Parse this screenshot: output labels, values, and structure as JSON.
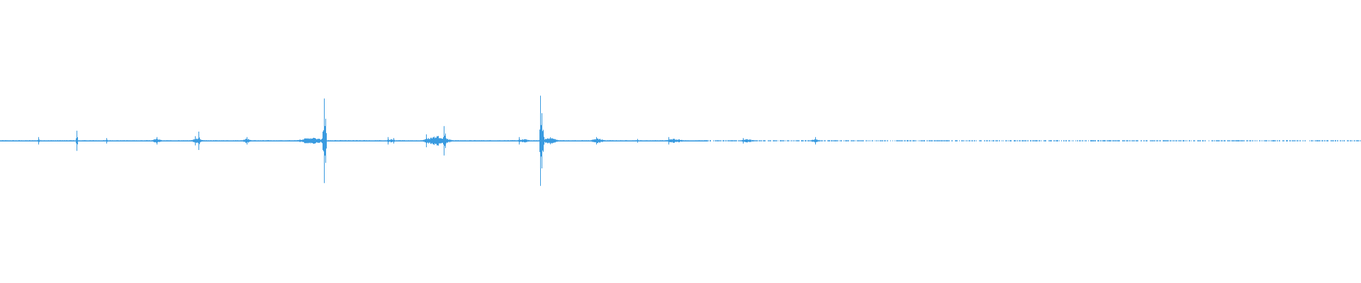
{
  "waveform": {
    "color": "#3a9be0",
    "background": "#ffffff",
    "amplitude_range": [
      -1,
      1
    ],
    "baseline_amplitude": 0.006,
    "duration_fraction_axis": [
      0,
      1
    ],
    "transients": [
      {
        "t": 0.028,
        "amp": 0.04
      },
      {
        "t": 0.056,
        "amp": 0.11
      },
      {
        "t": 0.078,
        "amp": 0.03
      },
      {
        "t": 0.115,
        "amp": 0.04
      },
      {
        "t": 0.143,
        "amp": 0.05
      },
      {
        "t": 0.146,
        "amp": 0.1
      },
      {
        "t": 0.181,
        "amp": 0.04
      },
      {
        "t": 0.237,
        "amp": 0.1
      },
      {
        "t": 0.238,
        "amp": 0.46
      },
      {
        "t": 0.239,
        "amp": 0.24
      },
      {
        "t": 0.285,
        "amp": 0.04
      },
      {
        "t": 0.289,
        "amp": 0.03
      },
      {
        "t": 0.313,
        "amp": 0.07
      },
      {
        "t": 0.326,
        "amp": 0.16
      },
      {
        "t": 0.327,
        "amp": 0.08
      },
      {
        "t": 0.381,
        "amp": 0.04
      },
      {
        "t": 0.397,
        "amp": 0.49
      },
      {
        "t": 0.398,
        "amp": 0.3
      },
      {
        "t": 0.399,
        "amp": 0.12
      },
      {
        "t": 0.438,
        "amp": 0.04
      },
      {
        "t": 0.468,
        "amp": 0.02
      },
      {
        "t": 0.491,
        "amp": 0.04
      },
      {
        "t": 0.546,
        "amp": 0.03
      },
      {
        "t": 0.599,
        "amp": 0.04
      }
    ],
    "bursts": [
      {
        "t0": 0.11,
        "t1": 0.12,
        "amp": 0.025
      },
      {
        "t0": 0.139,
        "t1": 0.15,
        "amp": 0.03
      },
      {
        "t0": 0.176,
        "t1": 0.186,
        "amp": 0.028
      },
      {
        "t0": 0.215,
        "t1": 0.242,
        "amp": 0.04
      },
      {
        "t0": 0.283,
        "t1": 0.291,
        "amp": 0.02
      },
      {
        "t0": 0.308,
        "t1": 0.334,
        "amp": 0.06
      },
      {
        "t0": 0.378,
        "t1": 0.392,
        "amp": 0.02
      },
      {
        "t0": 0.396,
        "t1": 0.412,
        "amp": 0.04
      },
      {
        "t0": 0.432,
        "t1": 0.446,
        "amp": 0.03
      },
      {
        "t0": 0.486,
        "t1": 0.505,
        "amp": 0.025
      },
      {
        "t0": 0.542,
        "t1": 0.556,
        "amp": 0.02
      },
      {
        "t0": 0.593,
        "t1": 0.604,
        "amp": 0.02
      }
    ],
    "sparse_region": {
      "t0": 0.52,
      "t1": 1.0,
      "density": 0.72
    }
  }
}
